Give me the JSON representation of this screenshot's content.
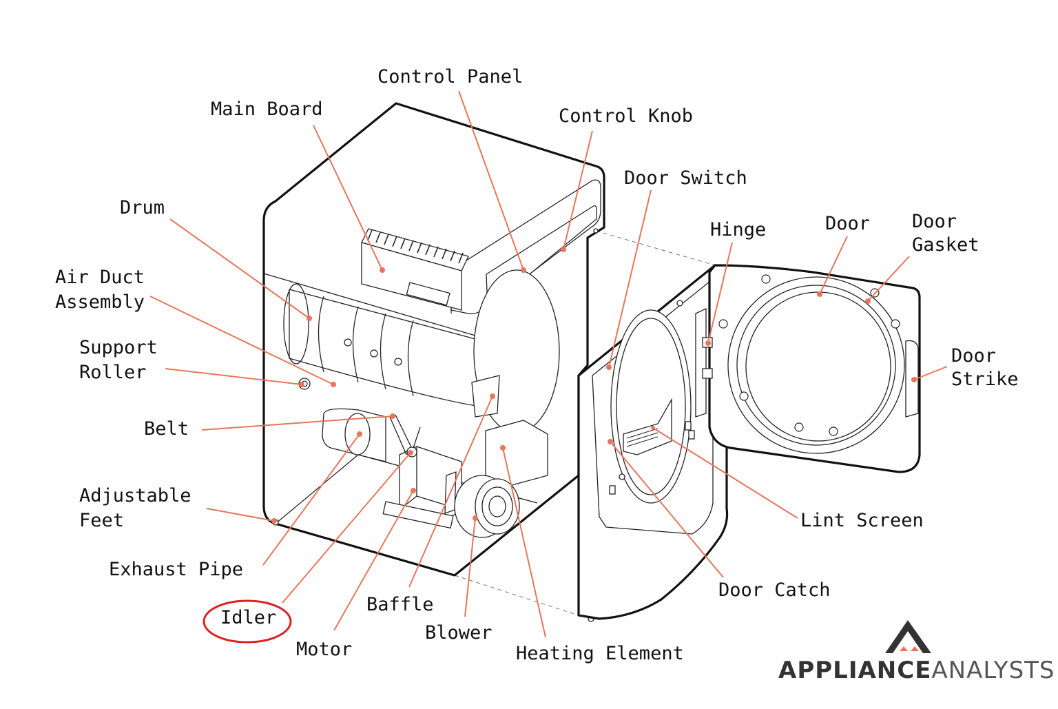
{
  "labels": {
    "control_panel": "Control Panel",
    "main_board": "Main Board",
    "control_knob": "Control Knob",
    "door_switch": "Door Switch",
    "drum": "Drum",
    "hinge": "Hinge",
    "door": "Door",
    "door_gasket_1": "Door",
    "door_gasket_2": "Gasket",
    "air_duct_1": "Air Duct",
    "air_duct_2": "Assembly",
    "support_roller_1": "Support",
    "support_roller_2": "Roller",
    "door_strike_1": "Door",
    "door_strike_2": "Strike",
    "belt": "Belt",
    "adjustable_feet_1": "Adjustable",
    "adjustable_feet_2": "Feet",
    "lint_screen": "Lint Screen",
    "exhaust_pipe": "Exhaust Pipe",
    "door_catch": "Door Catch",
    "baffle": "Baffle",
    "idler": "Idler",
    "blower": "Blower",
    "motor": "Motor",
    "heating_element": "Heating Element"
  },
  "highlighted": "Idler",
  "colors": {
    "leader": "#e8755a",
    "highlight": "#e02020",
    "outline": "#111111"
  },
  "logo": {
    "bold": "APPLIANCE",
    "light": "ANALYSTS"
  }
}
